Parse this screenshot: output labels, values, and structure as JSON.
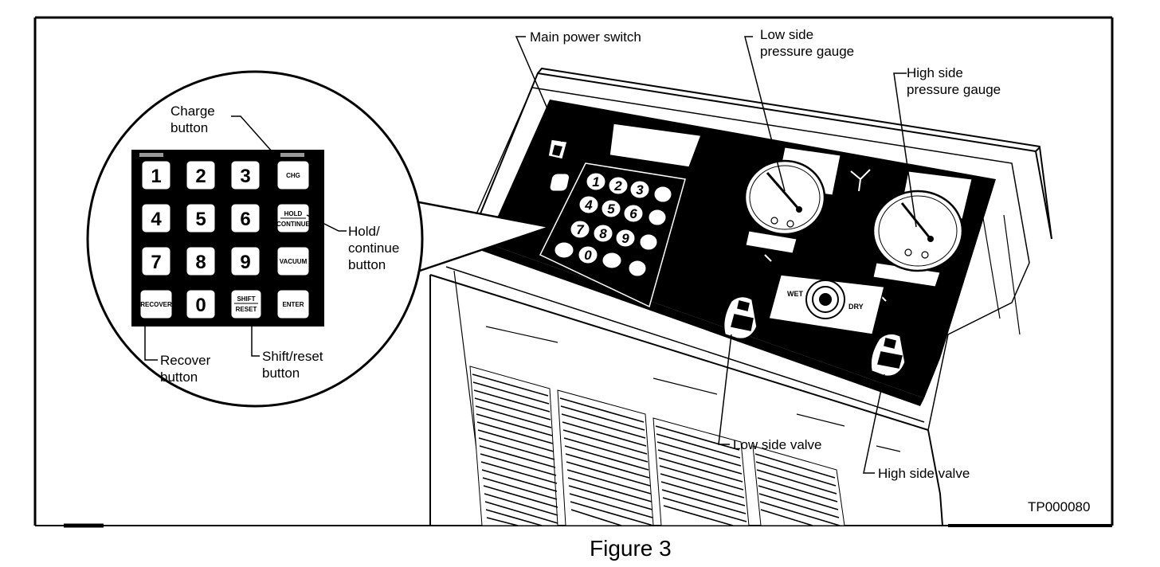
{
  "figure": {
    "caption": "Figure 3",
    "code": "TP000080"
  },
  "callouts": {
    "main_power_switch": "Main power switch",
    "low_side_gauge_1": "Low side",
    "low_side_gauge_2": "pressure gauge",
    "high_side_gauge_1": "High side",
    "high_side_gauge_2": "pressure gauge",
    "charge_1": "Charge",
    "charge_2": "button",
    "hold_1": "Hold/",
    "hold_2": "continue",
    "hold_3": "button",
    "recover_1": "Recover",
    "recover_2": "button",
    "shift_1": "Shift/reset",
    "shift_2": "button",
    "low_side_valve": "Low side valve",
    "high_side_valve": "High side valve"
  },
  "keypad": {
    "k1": "1",
    "k2": "2",
    "k3": "3",
    "chg": "CHG",
    "k4": "4",
    "k5": "5",
    "k6": "6",
    "hold_top": "HOLD",
    "hold_bottom": "CONTINUE",
    "k7": "7",
    "k8": "8",
    "k9": "9",
    "vacuum": "VACUUM",
    "recover": "RECOVER",
    "k0": "0",
    "shift_top": "SHIFT",
    "shift_bottom": "RESET",
    "enter": "ENTER"
  },
  "panel_keypad": {
    "k1": "1",
    "k2": "2",
    "k3": "3",
    "k4": "4",
    "k5": "5",
    "k6": "6",
    "k7": "7",
    "k8": "8",
    "k9": "9",
    "k0": "0"
  },
  "selector": {
    "wet": "WET",
    "dry": "DRY"
  }
}
